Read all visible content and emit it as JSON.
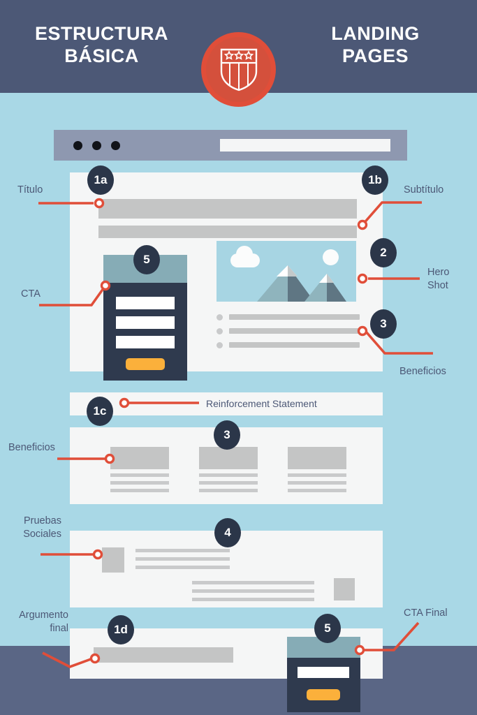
{
  "header": {
    "title_left": "ESTRUCTURA BÁSICA",
    "title_left_line1": "ESTRUCTURA",
    "title_left_line2": "BÁSICA",
    "title_right": "LANDING PAGES",
    "title_right_line1": "LANDING",
    "title_right_line2": "PAGES",
    "emblem_icon": "shield-stars-icon",
    "bg_color": "#4c5876",
    "emblem_color": "#e04e39"
  },
  "palette": {
    "page_bg": "#a9d8e6",
    "header_bg": "#4c5876",
    "footer_bg": "#5a6685",
    "panel_bg": "#f5f6f6",
    "placeholder_gray": "#c4c5c5",
    "accent_red": "#e04e39",
    "badge_navy": "#2b3649",
    "cta_dark": "#2f3a4e",
    "cta_head_teal": "#86acb6",
    "cta_button_orange": "#fbb03b",
    "browser_bar": "#8e98b0",
    "label_text": "#4c5876"
  },
  "browser": {
    "dots": [
      "dot-1",
      "dot-2",
      "dot-3"
    ],
    "address_bar_value": ""
  },
  "sections": {
    "hero": {
      "title_placeholder": "",
      "subtitle_placeholder": "",
      "hero_image_alt": "mountain-landscape",
      "bullets": [
        "",
        "",
        ""
      ]
    },
    "reinforcement": {
      "text": "Reinforcement  Statement"
    },
    "benefits_columns": {
      "columns": [
        {
          "lines": [
            "",
            "",
            ""
          ]
        },
        {
          "lines": [
            "",
            "",
            ""
          ]
        },
        {
          "lines": [
            "",
            "",
            ""
          ]
        }
      ]
    },
    "social_proof": {
      "rows": [
        {
          "avatar": "avatar-left",
          "lines": [
            "",
            "",
            ""
          ]
        },
        {
          "avatar": "avatar-right",
          "lines": [
            "",
            "",
            ""
          ]
        }
      ]
    },
    "final": {
      "bar_placeholder": ""
    }
  },
  "cta_widgets": {
    "main": {
      "fields": [
        "",
        "",
        ""
      ],
      "button_label": ""
    },
    "final": {
      "fields": [
        ""
      ],
      "button_label": ""
    }
  },
  "numbers": {
    "n1a": "1a",
    "n1b": "1b",
    "n1c": "1c",
    "n1d": "1d",
    "n2": "2",
    "n3_hero": "3",
    "n3_cols": "3",
    "n4": "4",
    "n5_main": "5",
    "n5_final": "5"
  },
  "labels": {
    "titulo": "Título",
    "subtitulo": "Subtítulo",
    "cta": "CTA",
    "hero_shot": "Hero\nShot",
    "hero_shot_l1": "Hero",
    "hero_shot_l2": "Shot",
    "beneficios_hero": "Beneficios",
    "beneficios_cols": "Beneficios",
    "pruebas_sociales": "Pruebas\nSociales",
    "pruebas_l1": "Pruebas",
    "pruebas_l2": "Sociales",
    "argumento_final": "Argumento\nfinal",
    "argumento_l1": "Argumento",
    "argumento_l2": "final",
    "cta_final": "CTA Final"
  }
}
